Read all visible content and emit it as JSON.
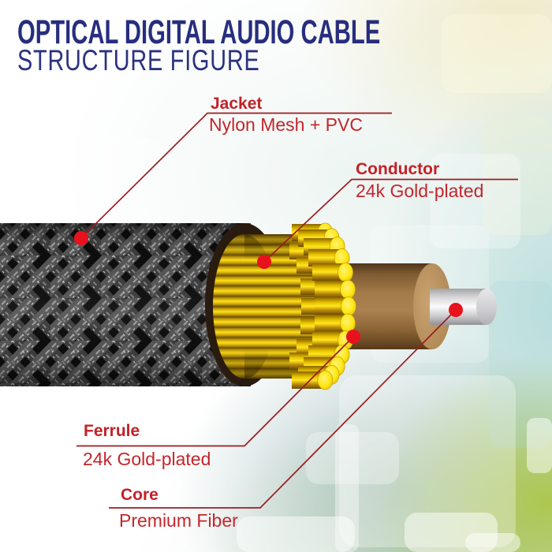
{
  "header": {
    "title": "OPTICAL DIGITAL AUDIO CABLE",
    "subtitle": "STRUCTURE FIGURE"
  },
  "callouts": [
    {
      "label": "Jacket",
      "spec": "Nylon Mesh + PVC"
    },
    {
      "label": "Conductor",
      "spec": "24k Gold-plated"
    },
    {
      "label": "Ferrule",
      "spec": "24k Gold-plated"
    },
    {
      "label": "Core",
      "spec": "Premium Fiber"
    }
  ],
  "figure": {
    "type": "cable-cutaway-diagram",
    "parts": [
      "braided nylon mesh jacket",
      "gold-plated conductor strand bundle",
      "gold-plated ferrule",
      "premium fiber core"
    ]
  },
  "colors": {
    "title_navy": "#272e7e",
    "label_red": "#c32127",
    "leader_line_red": "#9c1c21",
    "marker_red": "#e8121c",
    "gold": "#ffd91a",
    "ferrule_brown": "#a07747",
    "core_silver": "#e8e8ea",
    "jacket_black": "#111111",
    "bg_green": "#b5ca6b",
    "bg_teal": "#cfe6e2"
  }
}
